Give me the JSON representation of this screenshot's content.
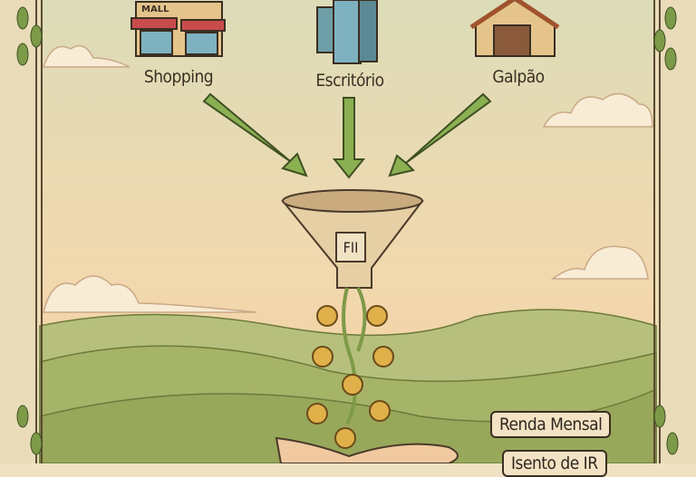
{
  "sources": [
    {
      "label": "Shopping",
      "icon": "shopping-mall-icon",
      "sign": "MALL"
    },
    {
      "label": "Escritório",
      "icon": "office-building-icon"
    },
    {
      "label": "Galpão",
      "icon": "warehouse-icon"
    }
  ],
  "funnel": {
    "label": "FII"
  },
  "benefits": [
    "Renda Mensal",
    "Isento de IR"
  ],
  "colors": {
    "arrow": "#7fa64a",
    "sky_top": "#d9dcb8",
    "sky_bottom": "#f3d3a8",
    "hills": "#a9b86a",
    "coin": "#e0b04a"
  }
}
